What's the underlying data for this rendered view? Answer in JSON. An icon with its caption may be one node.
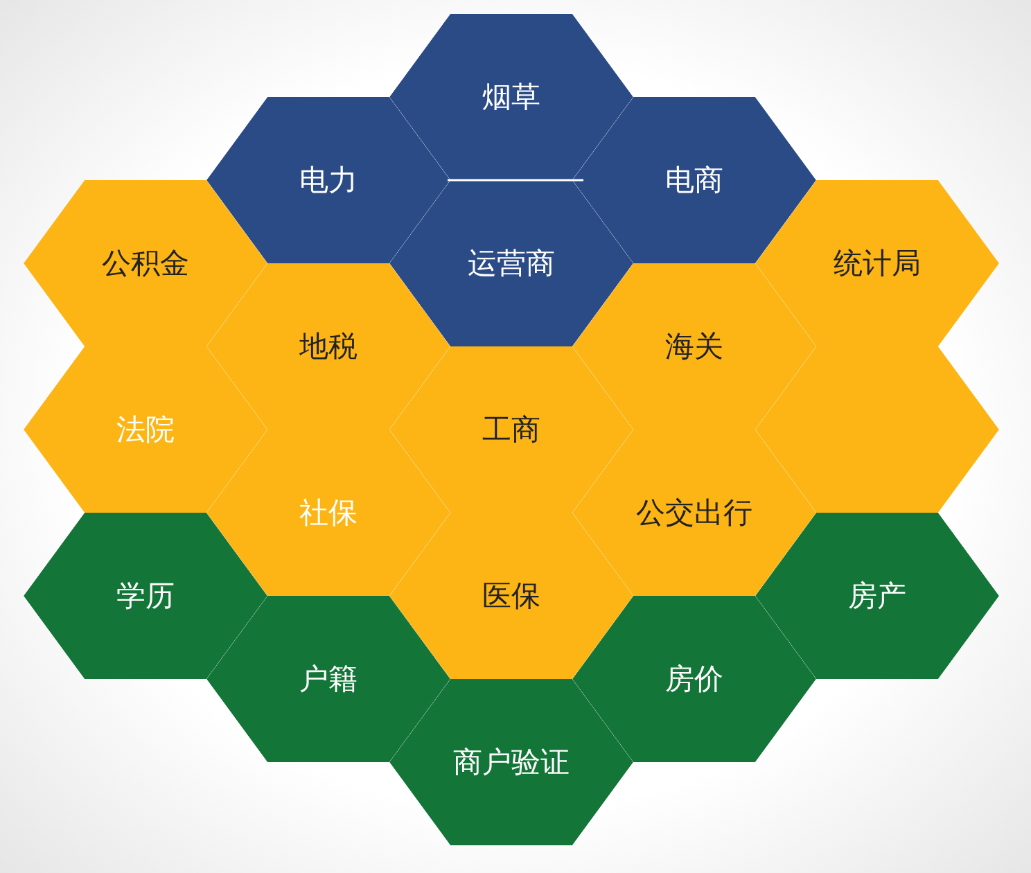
{
  "diagram": {
    "nodes": [
      {
        "text": [
          "烟草"
        ]
      },
      {
        "text": [
          "电力"
        ]
      },
      {
        "text": [
          "电商"
        ]
      },
      {
        "text": [
          "运营商"
        ]
      },
      {
        "text": [
          "公积金"
        ]
      },
      {
        "text": [
          "统计局"
        ]
      },
      {
        "text": [
          "地税"
        ]
      },
      {
        "text": [
          "海关"
        ]
      },
      {
        "text": [
          "法院"
        ]
      },
      {
        "text": [
          "工商"
        ]
      },
      {
        "text": [],
        "shape": "hexagon"
      },
      {
        "text": [
          "社保"
        ]
      },
      {
        "text": [
          "公交出行"
        ]
      },
      {
        "text": [
          "学历"
        ]
      },
      {
        "text": [
          "医保"
        ]
      },
      {
        "text": [
          "房产"
        ]
      },
      {
        "text": [
          "户籍"
        ]
      },
      {
        "text": [
          "房价"
        ]
      },
      {
        "text": [
          "商户验证"
        ]
      }
    ],
    "edges": []
  }
}
